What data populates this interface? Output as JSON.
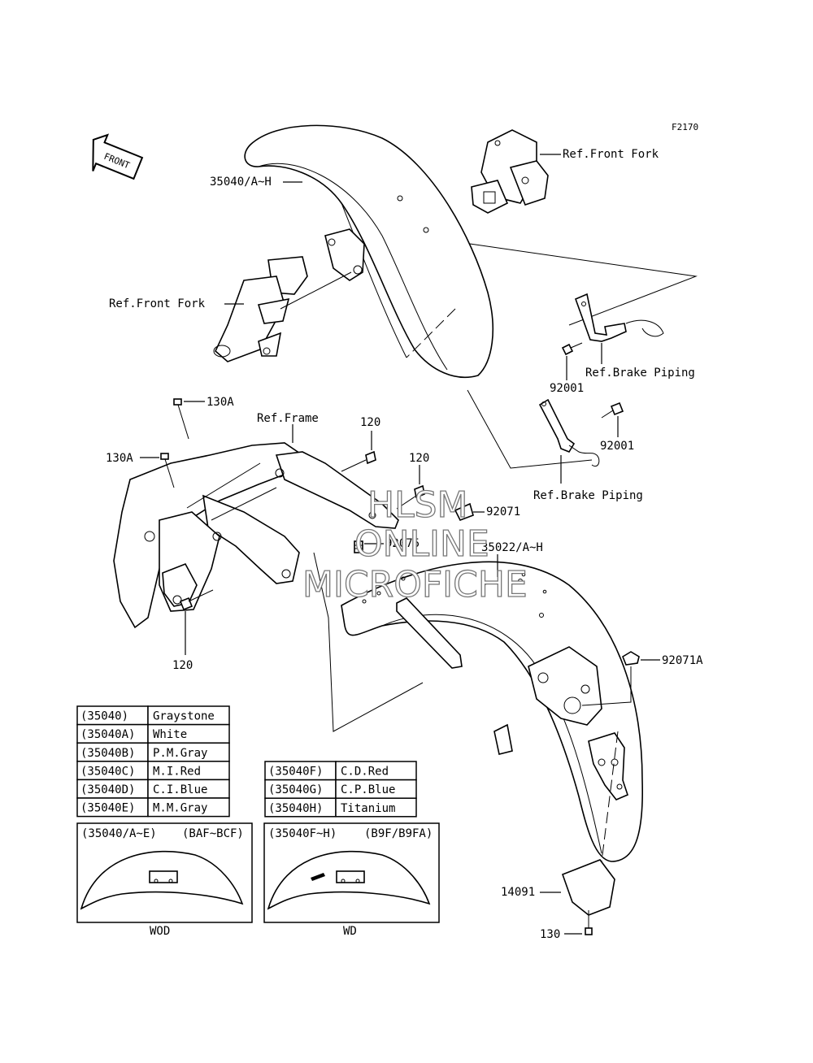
{
  "figure_code": "F2170",
  "front_arrow_label": "FRONT",
  "callouts": {
    "front_fender": "35040/A~H",
    "ref_front_fork_top": "Ref.Front Fork",
    "ref_front_fork_left": "Ref.Front Fork",
    "ref_brake_piping_1": "Ref.Brake Piping",
    "ref_brake_piping_2": "Ref.Brake Piping",
    "bolt_92001_a": "92001",
    "bolt_92001_b": "92001",
    "bolt_130A_a": "130A",
    "bolt_130A_b": "130A",
    "ref_frame": "Ref.Frame",
    "bolt_120_a": "120",
    "bolt_120_b": "120",
    "bolt_120_c": "120",
    "part_92071": "92071",
    "part_92075": "92075",
    "rear_fender": "35022/A~H",
    "part_92071A": "92071A",
    "part_14091": "14091",
    "bolt_130": "130"
  },
  "watermark": [
    "HLSM",
    "ONLINE",
    "MICROFICHE"
  ],
  "color_table_left": [
    {
      "code": "(35040)",
      "color": "Graystone"
    },
    {
      "code": "(35040A)",
      "color": "White"
    },
    {
      "code": "(35040B)",
      "color": "P.M.Gray"
    },
    {
      "code": "(35040C)",
      "color": "M.I.Red"
    },
    {
      "code": "(35040D)",
      "color": "C.I.Blue"
    },
    {
      "code": "(35040E)",
      "color": "M.M.Gray"
    }
  ],
  "color_table_right": [
    {
      "code": "(35040F)",
      "color": "C.D.Red"
    },
    {
      "code": "(35040G)",
      "color": "C.P.Blue"
    },
    {
      "code": "(35040H)",
      "color": "Titanium"
    }
  ],
  "variant_boxes": [
    {
      "range": "(35040/A~E)",
      "models": "(BAF~BCF)",
      "caption": "WOD"
    },
    {
      "range": "(35040F~H)",
      "models": "(B9F/B9FA)",
      "caption": "WD"
    }
  ]
}
